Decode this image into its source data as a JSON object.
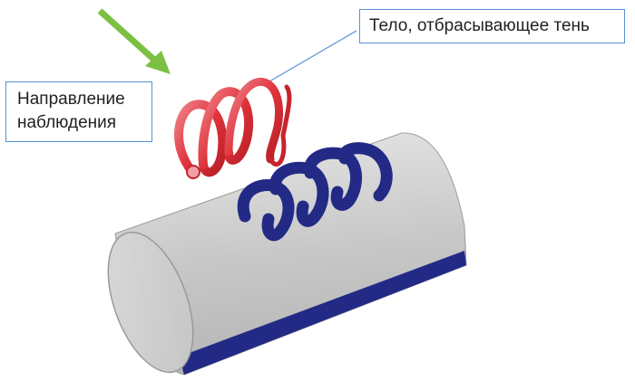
{
  "callouts": {
    "shadow_body": "Тело, отбрасывающее тень",
    "view_direction_line1": "Направление",
    "view_direction_line2": "наблюдения"
  },
  "colors": {
    "arrow": "#7cc043",
    "callout_border": "#5b8fd6",
    "spring": "#e0343c",
    "shadow": "#232a86",
    "cylinder": "#c9c9c9",
    "cylinder_end": "#cfcfcf"
  }
}
